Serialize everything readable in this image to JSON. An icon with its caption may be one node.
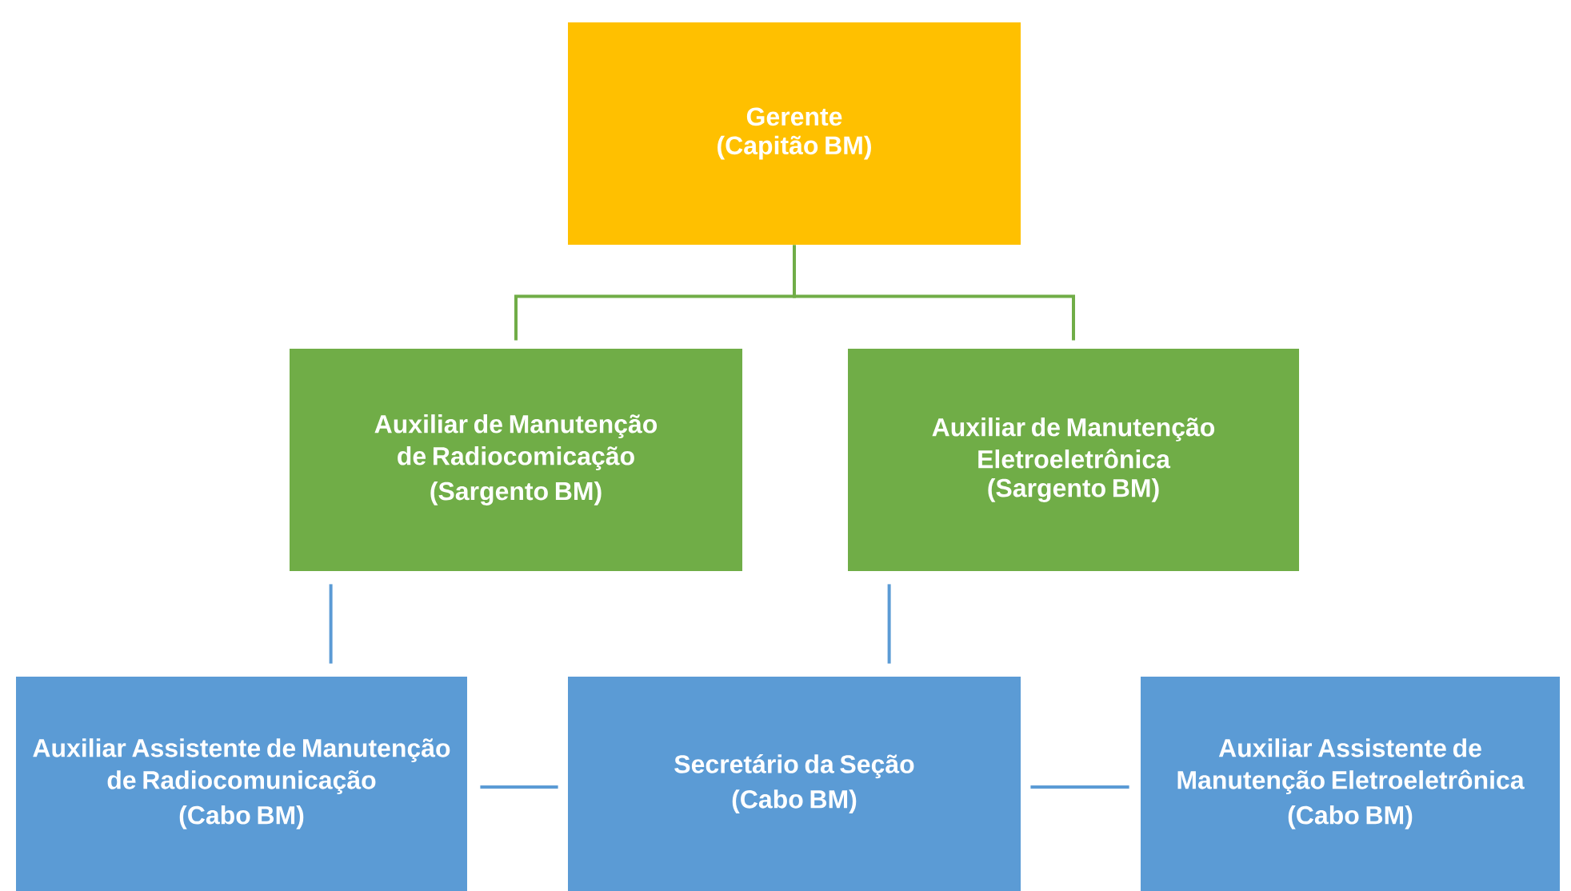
{
  "diagram": {
    "nodes": [
      {
        "text": [
          "Gerente",
          "(Capitão BM)"
        ]
      },
      {
        "text": [
          "Auxiliar de Manutenção de Radiocomicação",
          "(Sargento BM)"
        ]
      },
      {
        "text": [
          "Auxiliar de Manutenção Eletroeletrônica",
          "(Sargento BM)"
        ]
      },
      {
        "text": [
          "Auxiliar Assistente de Manutenção de Radiocomunicação",
          "(Cabo BM)"
        ]
      },
      {
        "text": [
          "Secretário da Seção",
          "(Cabo BM)"
        ]
      },
      {
        "text": [
          "Auxiliar Assistente de Manutenção Eletroeletrônica",
          "(Cabo BM)"
        ]
      }
    ],
    "edges": [
      {
        "from": 0,
        "to": 1,
        "arrow": "none",
        "color": "#70ad47"
      },
      {
        "from": 0,
        "to": 2,
        "arrow": "none",
        "color": "#70ad47"
      },
      {
        "from": 1,
        "to": 3,
        "arrow": "none"
      },
      {
        "from": 2,
        "to": 4,
        "arrow": "none"
      },
      {
        "from": 4,
        "to": 3,
        "arrow": "none"
      },
      {
        "from": 4,
        "to": 5,
        "arrow": "none"
      }
    ]
  }
}
